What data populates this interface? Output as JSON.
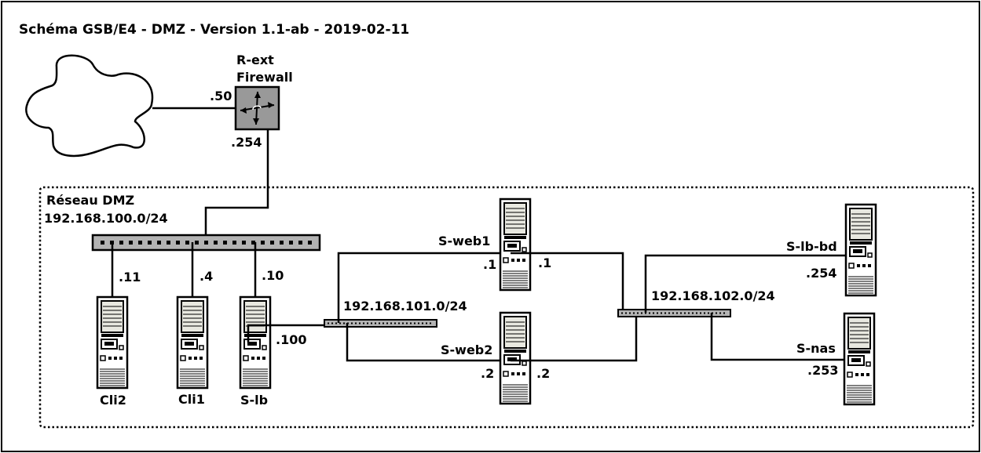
{
  "title": "Schéma GSB/E4 - DMZ - Version 1.1-ab - 2019-02-11",
  "router": {
    "name_line1": "R-ext",
    "name_line2": "Firewall",
    "ip_wan": ".50",
    "ip_lan": ".254"
  },
  "dmz": {
    "label": "Réseau DMZ",
    "subnet": "192.168.100.0/24"
  },
  "net101": {
    "subnet": "192.168.101.0/24"
  },
  "net102": {
    "subnet": "192.168.102.0/24"
  },
  "hosts": {
    "cli2": {
      "name": "Cli2",
      "ip": ".11"
    },
    "cli1": {
      "name": "Cli1",
      "ip": ".4"
    },
    "slb": {
      "name": "S-lb",
      "ip_dmz": ".10",
      "ip_101": ".100"
    },
    "sweb1": {
      "name": "S-web1",
      "ip_101": ".1",
      "ip_102": ".1"
    },
    "sweb2": {
      "name": "S-web2",
      "ip_101": ".2",
      "ip_102": ".2"
    },
    "slbbd": {
      "name": "S-lb-bd",
      "ip": ".254"
    },
    "snas": {
      "name": "S-nas",
      "ip": ".253"
    }
  },
  "colors": {
    "device_fill": "#999999",
    "switch_fill": "#b3b3b3",
    "server_screen": "#e8e8e0"
  },
  "icons": {
    "router": "router-icon",
    "server": "server-tower-icon",
    "cloud": "internet-cloud-icon",
    "switch": "switch-icon"
  }
}
